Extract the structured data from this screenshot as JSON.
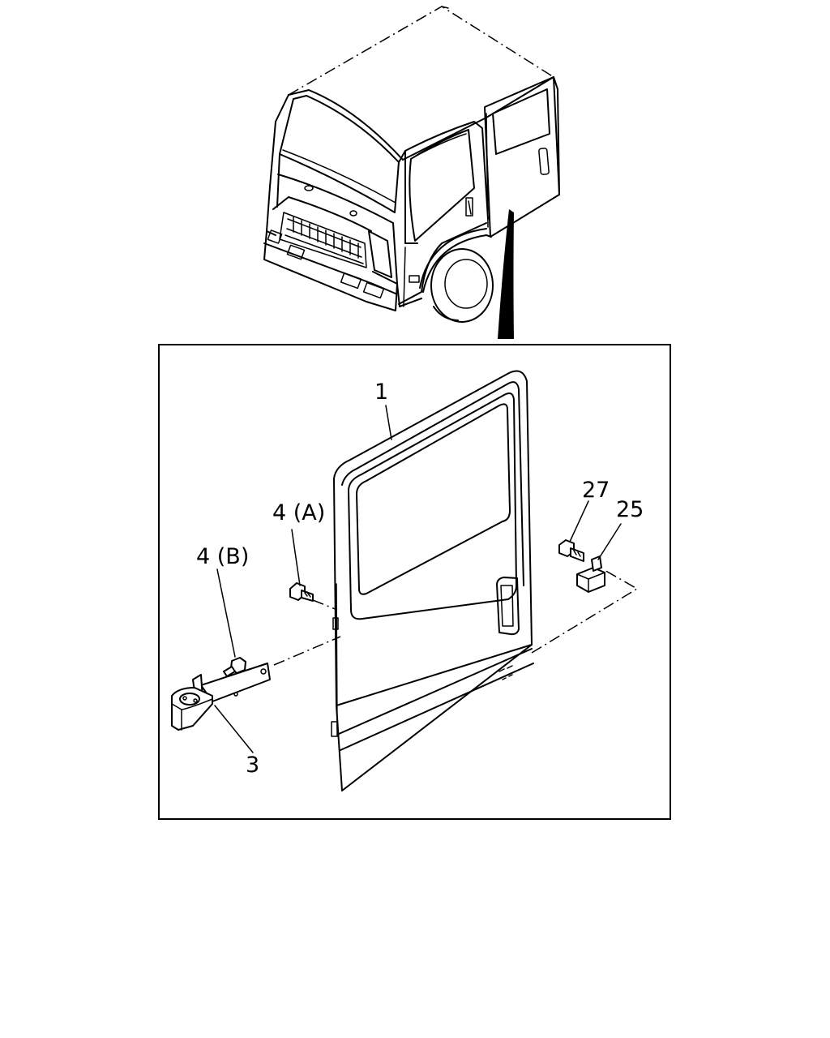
{
  "callouts": {
    "door": "1",
    "hinge": "3",
    "bolt_a": "4 (A)",
    "bolt_b": "4 (B)",
    "bolt_27": "27",
    "striker_25": "25"
  }
}
